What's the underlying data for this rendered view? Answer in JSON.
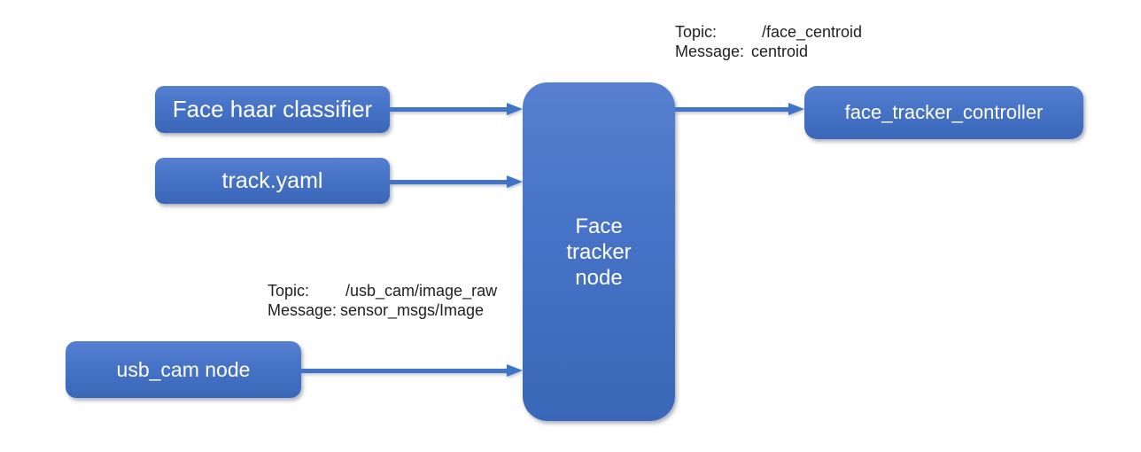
{
  "diagram": {
    "nodes": [
      {
        "id": "face-haar-classifier",
        "label": "Face haar classifier"
      },
      {
        "id": "track-yaml",
        "label": "track.yaml"
      },
      {
        "id": "usb-cam-node",
        "label": "usb_cam node"
      },
      {
        "id": "face-tracker-node",
        "label": "Face tracker node",
        "lines": [
          "Face",
          "tracker",
          "node"
        ]
      },
      {
        "id": "face-tracker-controller",
        "label": "face_tracker_controller"
      }
    ],
    "annotations": [
      {
        "id": "face-centroid",
        "rows": [
          {
            "label": "Topic:",
            "value": "/face_centroid"
          },
          {
            "label": "Message:",
            "value": "centroid"
          }
        ]
      },
      {
        "id": "usb-cam-image-raw",
        "rows": [
          {
            "label": "Topic:",
            "value": "/usb_cam/image_raw"
          },
          {
            "label": "Message:",
            "value": "sensor_msgs/Image"
          }
        ]
      }
    ],
    "colors": {
      "page_bg": "#ffffff",
      "node_fill_top": "#567fd0",
      "node_fill_mid": "#4673c7",
      "node_fill_bottom": "#3b67b8",
      "arrow": "#4173c6",
      "node_text": "#ffffff",
      "annotation_text": "#1f1f1f"
    }
  }
}
